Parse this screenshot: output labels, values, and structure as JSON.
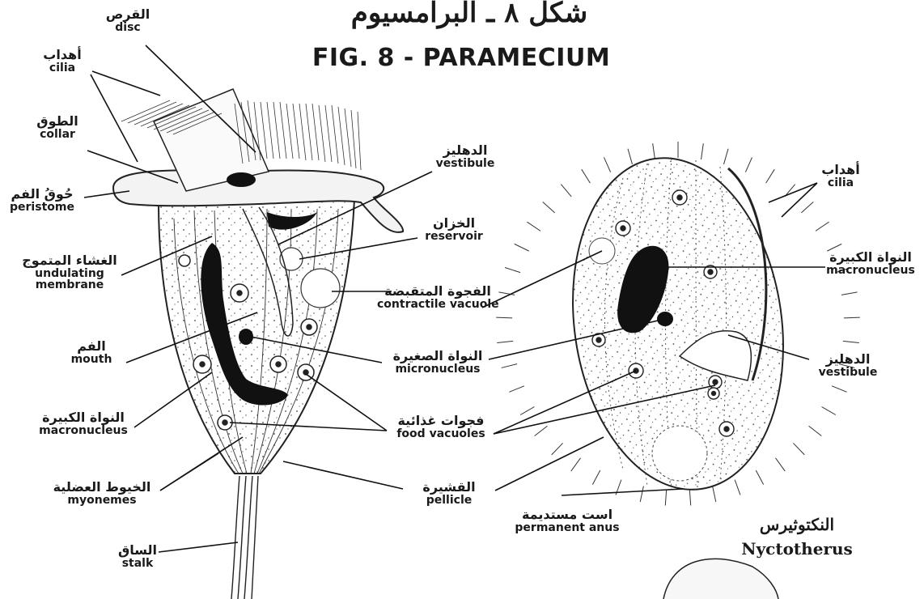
{
  "title": {
    "ar": "شكل ٨ ـ البرامسيوم",
    "en": "FIG. 8 - PARAMECIUM"
  },
  "labels": {
    "disc": {
      "ar": "القرص",
      "en": "disc"
    },
    "cilia_left": {
      "ar": "أهداب",
      "en": "cilia"
    },
    "collar": {
      "ar": "الطوق",
      "en": "collar"
    },
    "peristome": {
      "ar": "حُوقُ الفم",
      "en": "peristome"
    },
    "undulating_membrane": {
      "ar": "الغشاء المتموج",
      "en": "undulating membrane"
    },
    "mouth": {
      "ar": "الفم",
      "en": "mouth"
    },
    "macronucleus_left": {
      "ar": "النواة الكبيرة",
      "en": "macronucleus"
    },
    "myonemes": {
      "ar": "الخيوط العضلية",
      "en": "myonemes"
    },
    "stalk": {
      "ar": "الساق",
      "en": "stalk"
    },
    "vestibule_mid": {
      "ar": "الدهليز",
      "en": "vestibule"
    },
    "reservoir": {
      "ar": "الخزان",
      "en": "reservoir"
    },
    "contractile_vacuole": {
      "ar": "الفجوة المتقبضة",
      "en": "contractile vacuole"
    },
    "micronucleus": {
      "ar": "النواة الصغيرة",
      "en": "micronucleus"
    },
    "food_vacuoles": {
      "ar": "فجوات غذائية",
      "en": "food vacuoles"
    },
    "pellicle": {
      "ar": "القشيرة",
      "en": "pellicle"
    },
    "permanent_anus": {
      "ar": "است مستديمة",
      "en": "permanent anus"
    },
    "cilia_right": {
      "ar": "أهداب",
      "en": "cilia"
    },
    "macronucleus_right": {
      "ar": "النواة الكبيرة",
      "en": "macronucleus"
    },
    "vestibule_right": {
      "ar": "الدهليز",
      "en": "vestibule"
    }
  },
  "organism": {
    "ar": "النكتوثيرس",
    "en": "Nyctotherus"
  }
}
